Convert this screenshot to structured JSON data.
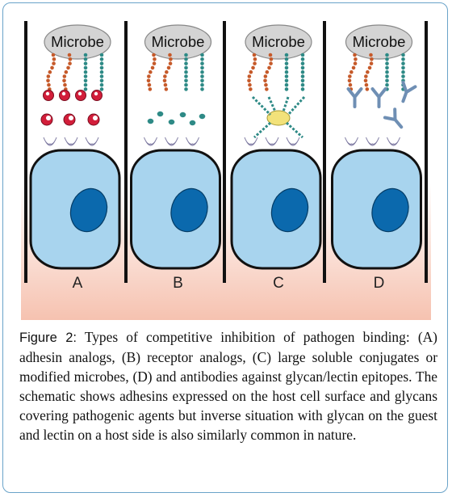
{
  "figure": {
    "microbe_label": "Microbe",
    "panels": [
      {
        "letter": "A"
      },
      {
        "letter": "B"
      },
      {
        "letter": "C"
      },
      {
        "letter": "D"
      }
    ],
    "colors": {
      "cell_fill": "#a8d4ee",
      "nucleus_fill": "#0b69ad",
      "microbe_fill": "#d4d4d4",
      "adhesin_stem": "#c65a2a",
      "adhesin_tip_red": "#d21e3a",
      "receptor_lectin": "#c7c3dc",
      "glycan_bead": "#2e8a86",
      "conjugate_yellow": "#f2e27a",
      "antibody_blue": "#6f8fb4",
      "background_gradient_bottom": "#f6c6b6"
    }
  },
  "caption": {
    "label": "Figure 2:",
    "text": " Types of competitive inhibition of pathogen binding: (A) adhesin analogs, (B) receptor analogs, (C) large soluble conjugates or modified microbes, (D) and antibodies against glycan/lectin epitopes. The schematic shows adhesins expressed on the host cell surface and glycans covering pathogenic agents but inverse situation with glycan on the guest and lectin on a host side is also similarly common in nature."
  }
}
